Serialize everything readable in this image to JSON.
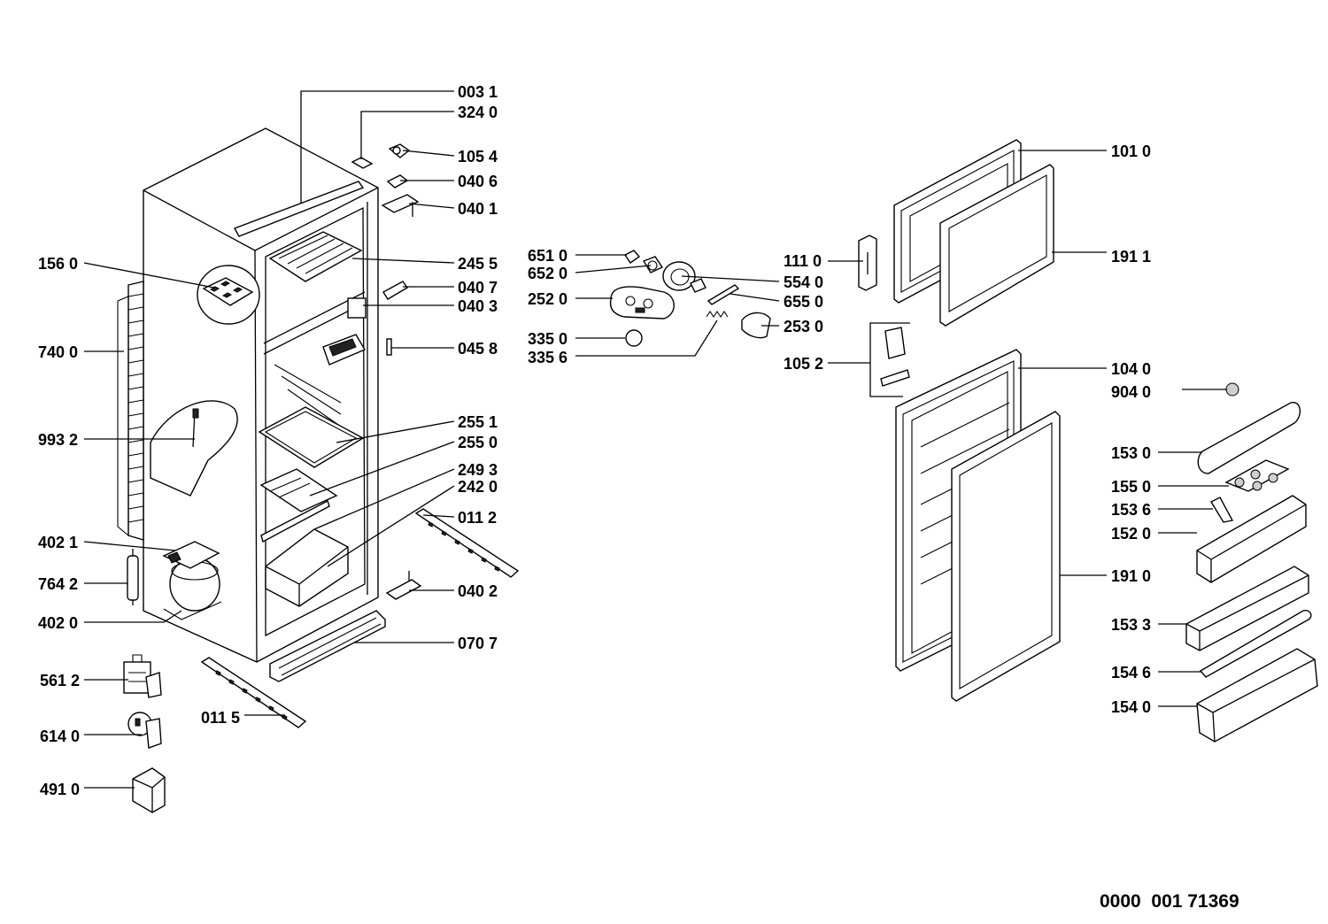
{
  "diagram_ref": "0000  001 71369",
  "labels": {
    "l0031": "003 1",
    "l3240": "324 0",
    "l1054": "105 4",
    "l0406": "040 6",
    "l0401": "040 1",
    "l1560": "156 0",
    "l2455": "245 5",
    "l0407": "040 7",
    "l0403": "040 3",
    "l7400": "740 0",
    "l0458": "045 8",
    "l9932": "993 2",
    "l2551": "255 1",
    "l2550": "255 0",
    "l2493": "249 3",
    "l2420": "242 0",
    "l0112": "011 2",
    "l4021": "402 1",
    "l7642": "764 2",
    "l0402": "040 2",
    "l4020": "402 0",
    "l0707": "070 7",
    "l5612": "561 2",
    "l0115": "011 5",
    "l6140": "614 0",
    "l4910": "491 0",
    "l6510": "651 0",
    "l6520": "652 0",
    "l2520": "252 0",
    "l3350": "335 0",
    "l3356": "335 6",
    "l1110": "111 0",
    "l5540": "554 0",
    "l6550": "655 0",
    "l2530": "253 0",
    "l1052": "105 2",
    "l1010": "101 0",
    "l1911": "191 1",
    "l1040": "104 0",
    "l9040": "904 0",
    "l1530": "153 0",
    "l1550": "155 0",
    "l1536": "153 6",
    "l1520": "152 0",
    "l1910": "191 0",
    "l1533": "153 3",
    "l1546": "154 6",
    "l1540": "154 0"
  }
}
